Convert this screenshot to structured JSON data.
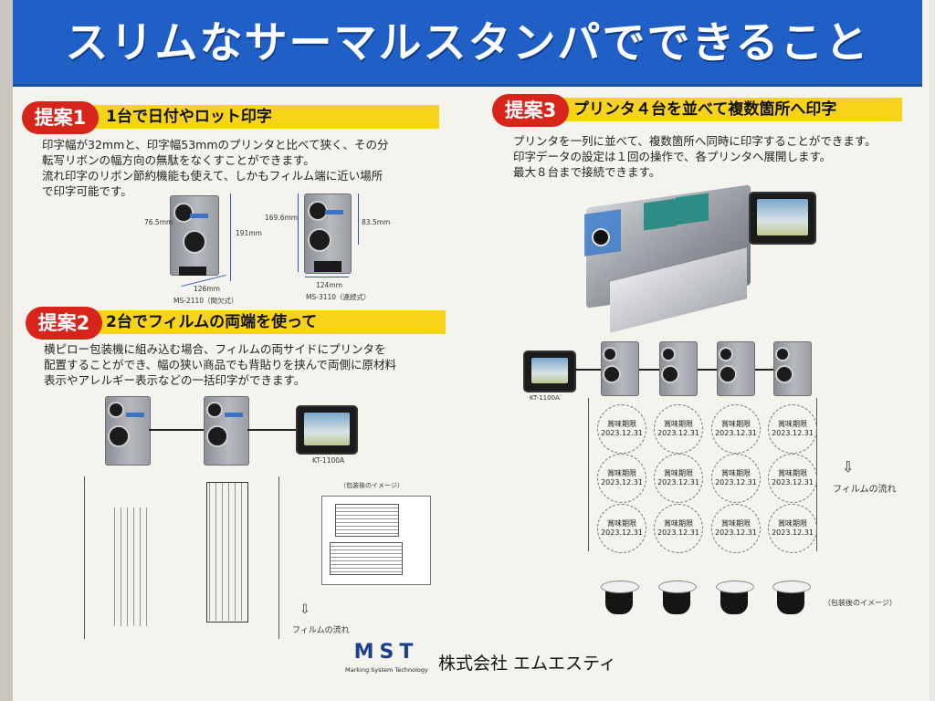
{
  "title": "スリムなサーマルスタンパでできること",
  "section1": {
    "badge": "提案1",
    "heading": "1台で日付やロット印字",
    "text": [
      "印字幅が32mmと、印字幅53mmのプリンタと比べて狭く、その分",
      "転写リボンの幅方向の無駄をなくすことができます。",
      "流れ印字のリボン節約機能も使えて、しかもフィルム端に近い場所",
      "で印字可能です。"
    ],
    "dims": {
      "d1": "76.5mm",
      "d2": "191mm",
      "d3": "126mm",
      "d4": "169.6mm",
      "d5": "83.5mm",
      "d6": "124mm"
    },
    "models": [
      "MS-2110（間欠式）",
      "MS-3110（連続式）"
    ]
  },
  "section2": {
    "badge": "提案2",
    "heading": "2台でフィルムの両端を使って",
    "text": [
      "横ピロー包装機に組み込む場合、フィルムの両サイドにプリンタを",
      "配置することができ、幅の狭い商品でも背貼りを挟んで両側に原材料",
      "表示やアレルギー表示などの一括印字ができます。"
    ],
    "controller": "KT-1100A",
    "after_label": "（包装後のイメージ）",
    "flow_label": "フィルムの流れ",
    "flow_arrow": "⇩"
  },
  "section3": {
    "badge": "提案3",
    "heading": "プリンタ４台を並べて複数箇所へ印字",
    "text": [
      "プリンタを一列に並べて、複数箇所へ同時に印字することができます。",
      "印字データの設定は１回の操作で、各プリンタへ展開します。",
      "最大８台まで接続できます。"
    ],
    "controller": "KT-1100A",
    "stamp_line1": "賞味期限",
    "stamp_line2": "2023.12.31",
    "flow_label": "フィルムの流れ",
    "flow_arrow": "⇩",
    "after_label": "（包装後のイメージ）"
  },
  "footer": {
    "logo_text": "MST",
    "logo_sub": "Marking System Technology",
    "company": "株式会社 エムエスティ"
  },
  "colors": {
    "header_blue": "#1f5fc6",
    "badge_red": "#d8251b",
    "band_yellow": "#f7d419"
  }
}
